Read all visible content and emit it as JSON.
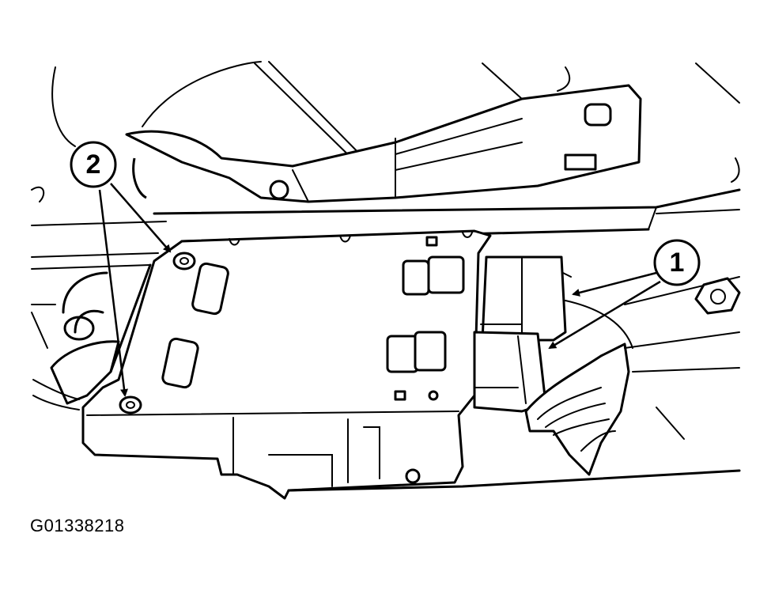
{
  "figure": {
    "code": "G01338218",
    "callouts": [
      {
        "id": "1",
        "label": "1"
      },
      {
        "id": "2",
        "label": "2"
      }
    ]
  }
}
